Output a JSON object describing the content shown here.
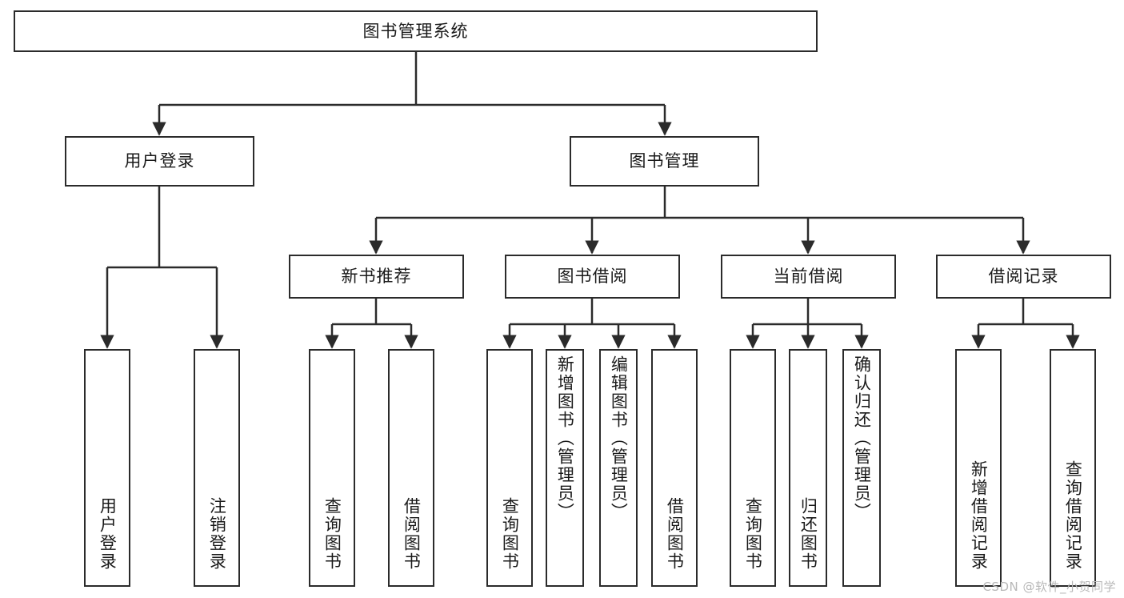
{
  "diagram": {
    "title": "图书管理系统",
    "type": "tree-hierarchy-diagram",
    "watermark": "CSDN @软件_小贺同学",
    "colors": {
      "box_border": "#2b2b2b",
      "box_fill": "#ffffff",
      "edge": "#2b2b2b",
      "text": "#1a1a1a",
      "watermark": "#b8b8b8",
      "background": "#ffffff"
    }
  },
  "nodes": {
    "root": {
      "label": "图书管理系统",
      "level": 1,
      "orientation": "horizontal"
    },
    "user_login": {
      "label": "用户登录",
      "level": 2,
      "orientation": "horizontal"
    },
    "book_manage": {
      "label": "图书管理",
      "level": 2,
      "orientation": "horizontal"
    },
    "new_book_rec": {
      "label": "新书推荐",
      "level": 3,
      "orientation": "horizontal"
    },
    "book_borrow": {
      "label": "图书借阅",
      "level": 3,
      "orientation": "horizontal"
    },
    "current_borrow": {
      "label": "当前借阅",
      "level": 3,
      "orientation": "horizontal"
    },
    "borrow_record": {
      "label": "借阅记录",
      "level": 3,
      "orientation": "horizontal"
    },
    "leaf_user_login": {
      "label": "用户登录",
      "level": 4,
      "orientation": "vertical"
    },
    "leaf_logout": {
      "label": "注销登录",
      "level": 4,
      "orientation": "vertical"
    },
    "leaf_query_book_1": {
      "label": "查询图书",
      "level": 4,
      "orientation": "vertical"
    },
    "leaf_borrow_book_1": {
      "label": "借阅图书",
      "level": 4,
      "orientation": "vertical"
    },
    "leaf_query_book_2": {
      "label": "查询图书",
      "level": 4,
      "orientation": "vertical"
    },
    "leaf_add_book": {
      "label": "新增图书（管理员）",
      "level": 4,
      "orientation": "vertical"
    },
    "leaf_edit_book": {
      "label": "编辑图书（管理员）",
      "level": 4,
      "orientation": "vertical"
    },
    "leaf_borrow_book_2": {
      "label": "借阅图书",
      "level": 4,
      "orientation": "vertical"
    },
    "leaf_query_book_3": {
      "label": "查询图书",
      "level": 4,
      "orientation": "vertical"
    },
    "leaf_return_book": {
      "label": "归还图书",
      "level": 4,
      "orientation": "vertical"
    },
    "leaf_confirm_return": {
      "label": "确认归还（管理员）",
      "level": 4,
      "orientation": "vertical"
    },
    "leaf_add_record": {
      "label": "新增借阅记录",
      "level": 4,
      "orientation": "vertical"
    },
    "leaf_query_record": {
      "label": "查询借阅记录",
      "level": 4,
      "orientation": "vertical"
    }
  },
  "edges": [
    {
      "from": "root",
      "to": "user_login"
    },
    {
      "from": "root",
      "to": "book_manage"
    },
    {
      "from": "user_login",
      "to": "leaf_user_login"
    },
    {
      "from": "user_login",
      "to": "leaf_logout"
    },
    {
      "from": "book_manage",
      "to": "new_book_rec"
    },
    {
      "from": "book_manage",
      "to": "book_borrow"
    },
    {
      "from": "book_manage",
      "to": "current_borrow"
    },
    {
      "from": "book_manage",
      "to": "borrow_record"
    },
    {
      "from": "new_book_rec",
      "to": "leaf_query_book_1"
    },
    {
      "from": "new_book_rec",
      "to": "leaf_borrow_book_1"
    },
    {
      "from": "book_borrow",
      "to": "leaf_query_book_2"
    },
    {
      "from": "book_borrow",
      "to": "leaf_add_book"
    },
    {
      "from": "book_borrow",
      "to": "leaf_edit_book"
    },
    {
      "from": "book_borrow",
      "to": "leaf_borrow_book_2"
    },
    {
      "from": "current_borrow",
      "to": "leaf_query_book_3"
    },
    {
      "from": "current_borrow",
      "to": "leaf_return_book"
    },
    {
      "from": "current_borrow",
      "to": "leaf_confirm_return"
    },
    {
      "from": "borrow_record",
      "to": "leaf_add_record"
    },
    {
      "from": "borrow_record",
      "to": "leaf_query_record"
    }
  ]
}
